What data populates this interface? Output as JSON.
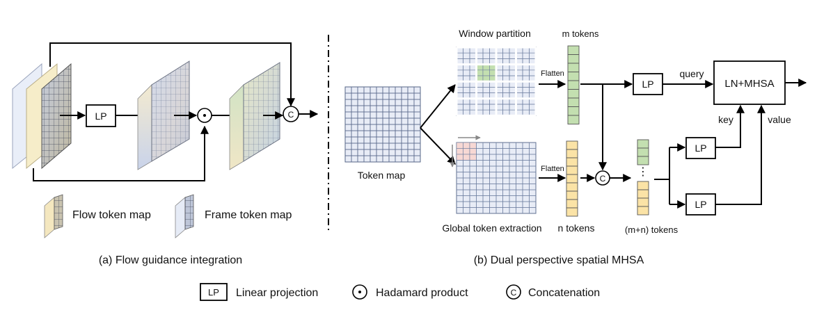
{
  "panel_a": {
    "lp_label": "LP",
    "legend_flow": "Flow token map",
    "legend_frame": "Frame token map",
    "caption": "(a) Flow guidance integration",
    "concat_symbol": "C"
  },
  "panel_b": {
    "token_map_label": "Token map",
    "window_partition_label": "Window partition",
    "global_token_label": "Global token extraction",
    "flatten_top": "Flatten",
    "flatten_bottom": "Flatten",
    "m_tokens": "m tokens",
    "n_tokens": "n tokens",
    "mn_tokens": "(m+n) tokens",
    "vertical_dots": "⋮",
    "lp_query": "LP",
    "lp_key": "LP",
    "lp_value": "LP",
    "query_label": "query",
    "key_label": "key",
    "value_label": "value",
    "mhsa_label": "LN+MHSA",
    "concat_symbol": "C",
    "caption": "(b) Dual perspective spatial MHSA"
  },
  "legend": {
    "lp_box": "LP",
    "lp_text": "Linear projection",
    "hadamard_text": "Hadamard product",
    "concat_symbol": "C",
    "concat_text": "Concatenation"
  },
  "colors": {
    "token_grid_fill": "#e8ecf6",
    "green_token": "#c3dfb0",
    "yellow_token": "#fbe3a6",
    "highlight_window": "#f7d8d4"
  }
}
